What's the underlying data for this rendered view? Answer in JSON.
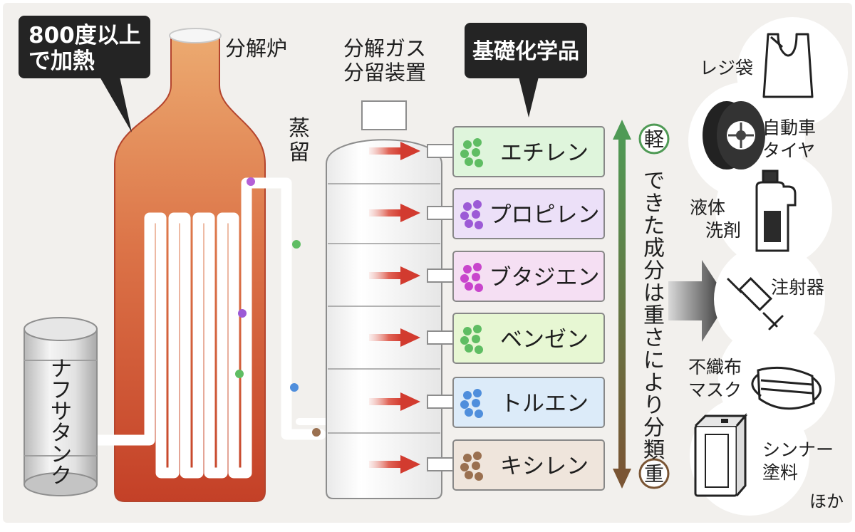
{
  "callouts": {
    "heat": [
      "800度以上",
      "で加熱"
    ],
    "chemicals": "基礎化学品"
  },
  "labels": {
    "furnace": "分解炉",
    "distill": [
      "蒸",
      "留"
    ],
    "column": [
      "分解ガス",
      "分留装置"
    ],
    "tank": "ナフサタンク"
  },
  "products": [
    {
      "name": "エチレン",
      "color": "#5fbd63",
      "bg": "#dff5dc"
    },
    {
      "name": "プロピレン",
      "color": "#9c5ad6",
      "bg": "#ece0f8"
    },
    {
      "name": "ブタジエン",
      "color": "#c845cc",
      "bg": "#f5dff3"
    },
    {
      "name": "ベンゼン",
      "color": "#5fbd63",
      "bg": "#e7f7d3"
    },
    {
      "name": "トルエン",
      "color": "#4f8edc",
      "bg": "#dcebf9"
    },
    {
      "name": "キシレン",
      "color": "#9a7050",
      "bg": "#efe5dc"
    }
  ],
  "scale": {
    "light": "軽",
    "heavy": "重",
    "caption": "できた成分は重さにより分類"
  },
  "uses": [
    {
      "label": [
        "レジ袋"
      ],
      "icon": "shopping-bag-icon"
    },
    {
      "label": [
        "自動車",
        "タイヤ"
      ],
      "icon": "tire-icon"
    },
    {
      "label": [
        "液体",
        "洗剤"
      ],
      "icon": "detergent-bottle-icon"
    },
    {
      "label": [
        "注射器"
      ],
      "icon": "syringe-icon"
    },
    {
      "label": [
        "不織布",
        "マスク"
      ],
      "icon": "mask-icon"
    },
    {
      "label": [
        "シンナー",
        "塗料"
      ],
      "icon": "paint-can-icon"
    }
  ],
  "uses_more": "ほか",
  "colors": {
    "background": "#f2f0ed",
    "furnace_top": "#e8995e",
    "furnace_bottom": "#c8452b",
    "arrow_red": "#d6453a",
    "scale_green": "#4f9a55",
    "scale_brown": "#7a5534",
    "callout": "#242424"
  }
}
